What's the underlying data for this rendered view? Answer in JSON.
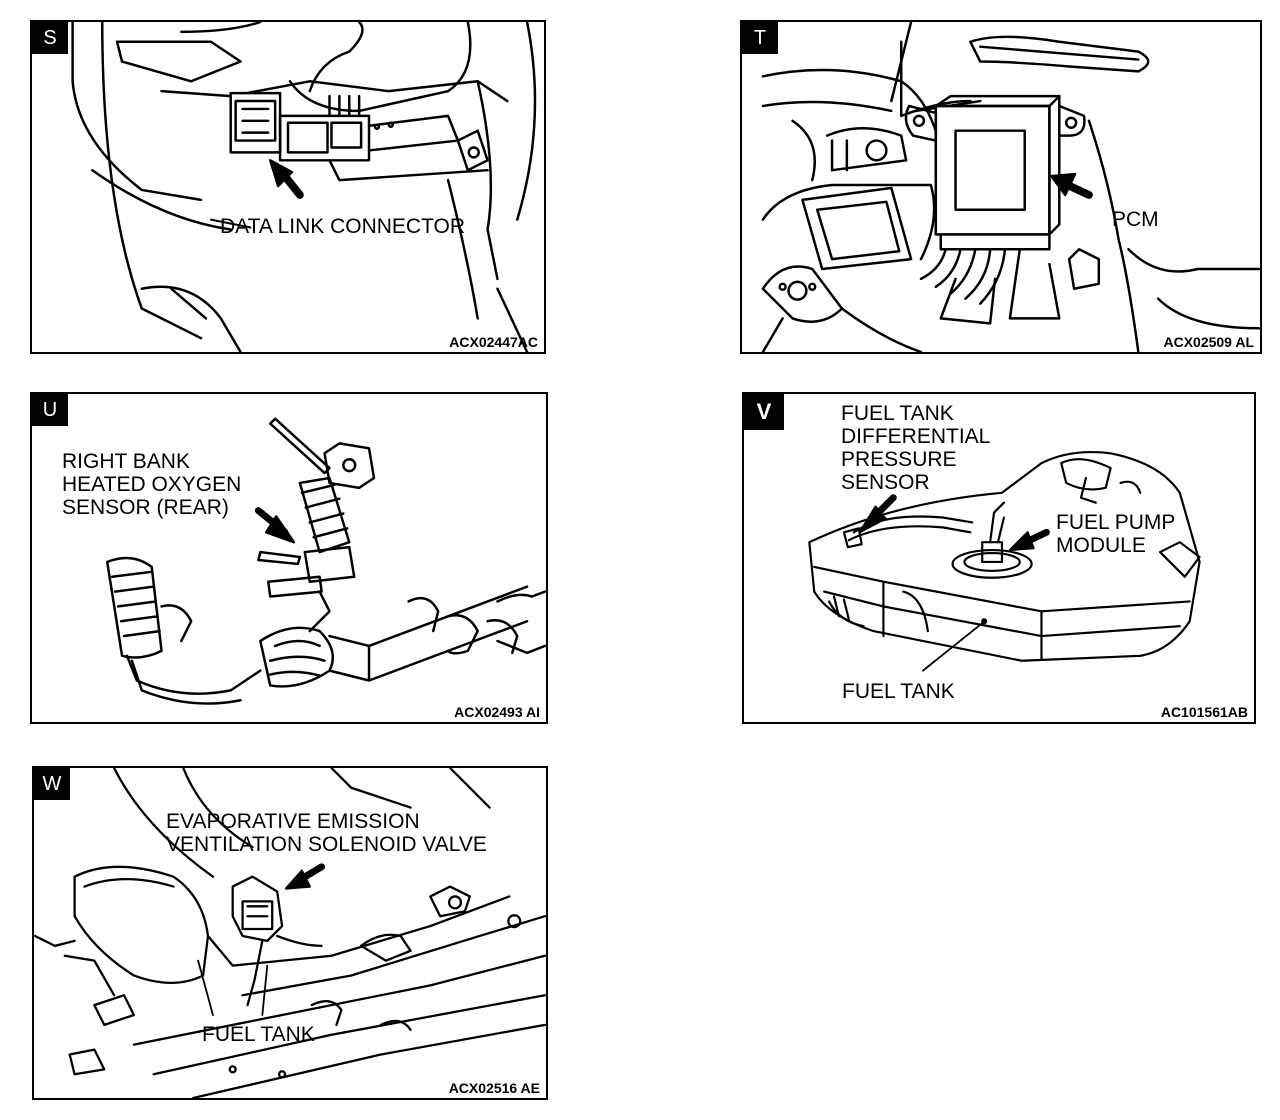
{
  "panels": {
    "s": {
      "tag": "S",
      "labels": [
        "DATA LINK CONNECTOR"
      ],
      "code": "ACX02447AC"
    },
    "t": {
      "tag": "T",
      "labels": [
        "PCM"
      ],
      "code": "ACX02509 AL"
    },
    "u": {
      "tag": "U",
      "labels": [
        "RIGHT BANK",
        "HEATED OXYGEN",
        "SENSOR (REAR)"
      ],
      "code": "ACX02493 AI"
    },
    "v": {
      "tag": "V",
      "labels": [
        "FUEL TANK",
        "DIFFERENTIAL",
        "PRESSURE",
        "SENSOR",
        "FUEL PUMP",
        "MODULE",
        "FUEL TANK"
      ],
      "code": "AC101561AB"
    },
    "w": {
      "tag": "W",
      "labels": [
        "EVAPORATIVE EMISSION",
        "VENTILATION SOLENOID VALVE",
        "FUEL TANK"
      ],
      "code": "ACX02516 AE"
    }
  }
}
